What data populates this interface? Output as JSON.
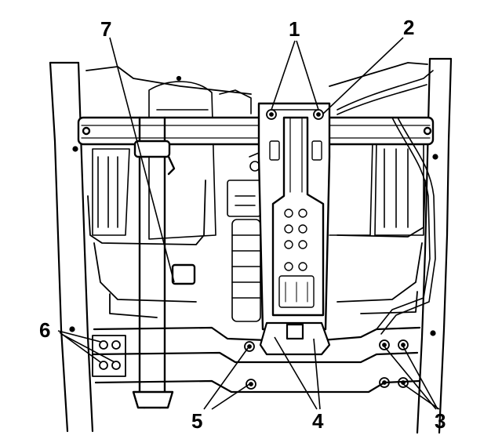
{
  "diagram": {
    "background": "#ffffff",
    "ink": "#000000",
    "callouts": [
      {
        "id": "c1",
        "text": "1"
      },
      {
        "id": "c2",
        "text": "2"
      },
      {
        "id": "c3",
        "text": "3"
      },
      {
        "id": "c4",
        "text": "4"
      },
      {
        "id": "c5",
        "text": "5"
      },
      {
        "id": "c6",
        "text": "6"
      },
      {
        "id": "c7",
        "text": "7"
      }
    ]
  }
}
